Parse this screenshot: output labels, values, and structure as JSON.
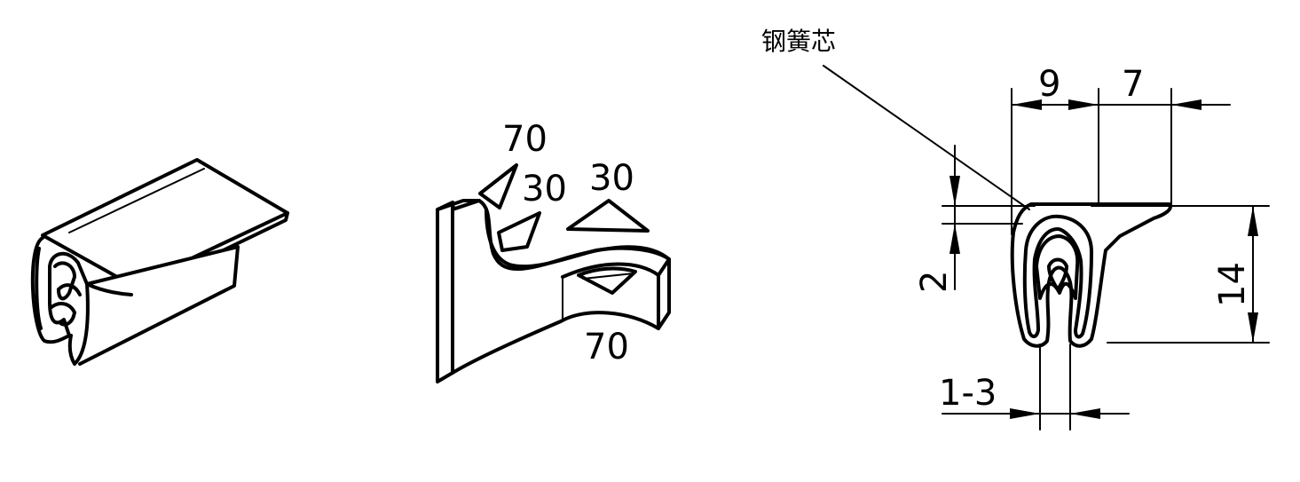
{
  "iso_view_2": {
    "angle_labels": [
      "70",
      "30",
      "30",
      "70"
    ]
  },
  "section_view": {
    "callout_label": "钢簧芯",
    "dimensions": {
      "width_left": "9",
      "width_right": "7",
      "lip_thickness": "2",
      "height": "14",
      "grip_range": "1-3"
    }
  }
}
